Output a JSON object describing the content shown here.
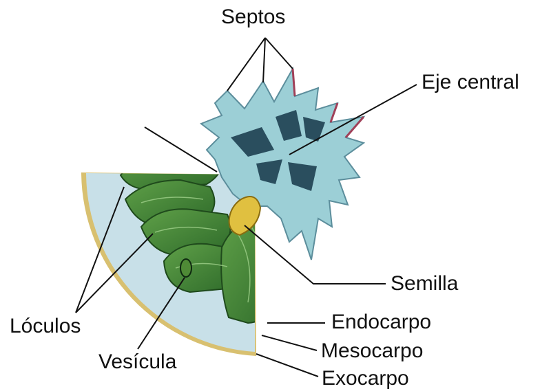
{
  "labels": {
    "septos": "Septos",
    "eje_central": "Eje central",
    "semilla": "Semilla",
    "endocarpo": "Endocarpo",
    "mesocarpo": "Mesocarpo",
    "exocarpo": "Exocarpo",
    "loculos": "Lóculos",
    "vesicula": "Vesícula"
  },
  "colors": {
    "exocarp": "#d8c070",
    "mesocarp": "#c8e0e8",
    "locule_dark": "#2e6a2a",
    "locule_light": "#5fa048",
    "core": "#9ccfd6",
    "core_dark": "#2a4e5e",
    "seed": "#e0c040",
    "leader": "#111111"
  }
}
